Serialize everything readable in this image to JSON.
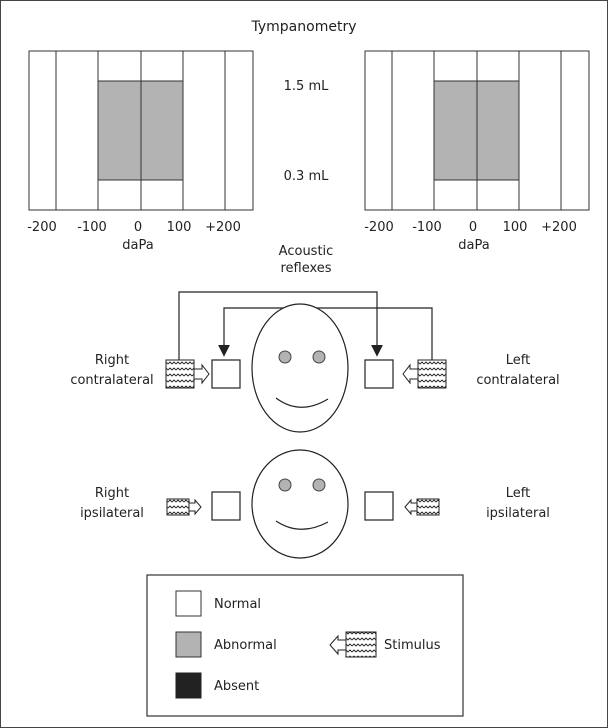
{
  "title": "Tympanometry",
  "tympanogram": {
    "upper_label": "1.5 mL",
    "lower_label": "0.3 mL",
    "ticks": [
      "-200",
      "-100",
      "0",
      "100",
      "+200"
    ],
    "axis_label": "daPa",
    "fill_color": "#b3b3b3"
  },
  "acoustic_reflexes_label": [
    "Acoustic",
    "reflexes"
  ],
  "labels": {
    "right_contra": [
      "Right",
      "contralateral"
    ],
    "left_contra": [
      "Left",
      "contralateral"
    ],
    "right_ipsi": [
      "Right",
      "ipsilateral"
    ],
    "left_ipsi": [
      "Left",
      "ipsilateral"
    ]
  },
  "legend": {
    "normal": "Normal",
    "abnormal": "Abnormal",
    "absent": "Absent",
    "stimulus": "Stimulus",
    "colors": {
      "normal": "#ffffff",
      "abnormal": "#b3b3b3",
      "absent": "#222222"
    }
  }
}
